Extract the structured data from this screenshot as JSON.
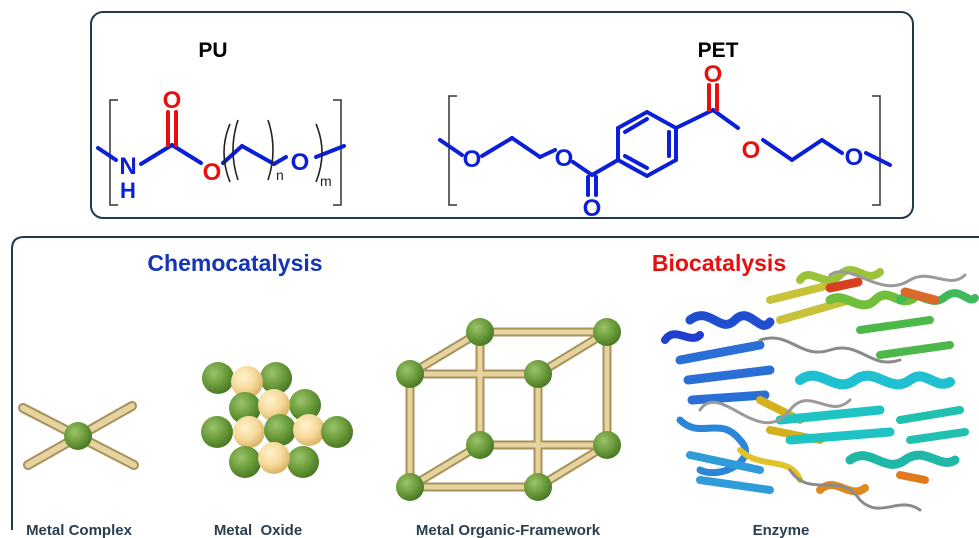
{
  "polymers": {
    "pu": {
      "title": "PU",
      "atoms": {
        "n": "N",
        "h": "H",
        "carbonyl_o": "O",
        "ester_o": "O",
        "ether_o": "O"
      },
      "subscripts": {
        "n": "n",
        "m": "m"
      }
    },
    "pet": {
      "title": "PET",
      "atoms": {
        "o1": "O",
        "o2": "O",
        "o_top": "O",
        "o_bottom": "O",
        "o3": "O",
        "o4": "O"
      }
    }
  },
  "catalysis": {
    "chemo_title": "Chemocatalysis",
    "bio_title": "Biocatalysis",
    "labels": {
      "metal_complex": "Metal Complex",
      "metal_oxide": "Metal  Oxide",
      "mof": "Metal Organic-Framework",
      "enzyme": "Enzyme"
    }
  },
  "colors": {
    "frame": "#1f3a4a",
    "bond_blue": "#0a1fd6",
    "hetero_red": "#e8100e",
    "chemo_blue": "#1535b8",
    "bio_red": "#e8100e",
    "metal_green": "#6a9b3a",
    "oxygen_cream": "#f6d999",
    "linker_tan": "#d9c48c",
    "label_dark": "#2a3e50"
  }
}
